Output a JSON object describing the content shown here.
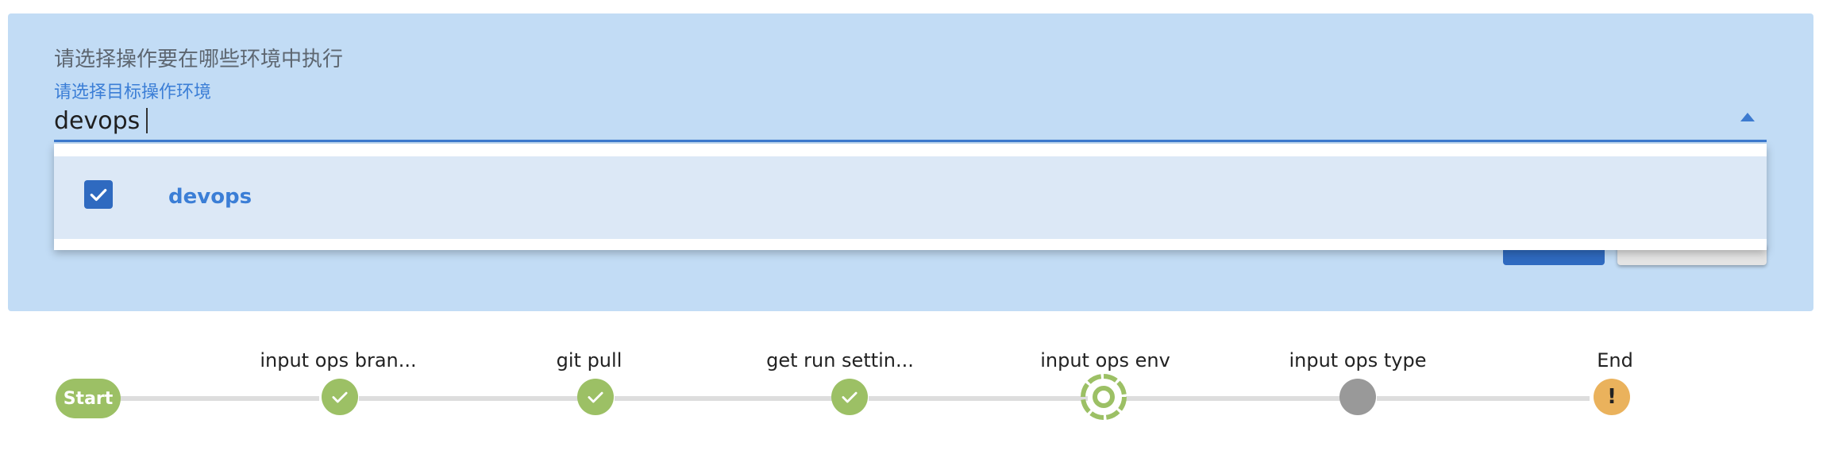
{
  "panel": {
    "prompt": "请选择操作要在哪些环境中执行",
    "field_label": "请选择目标操作环境",
    "input_value": "devops"
  },
  "dropdown": {
    "options": [
      {
        "label": "devops",
        "checked": true
      }
    ]
  },
  "stepper": {
    "start_label": "Start",
    "steps": [
      {
        "label": "input ops bran...",
        "status": "done",
        "icon": "check-icon"
      },
      {
        "label": "git pull",
        "status": "done",
        "icon": "check-icon"
      },
      {
        "label": "get run settin...",
        "status": "done",
        "icon": "check-icon"
      },
      {
        "label": "input ops env",
        "status": "current",
        "icon": "spinner-icon"
      },
      {
        "label": "input ops type",
        "status": "pending",
        "icon": ""
      },
      {
        "label": "End",
        "status": "warning",
        "icon": "exclamation-icon",
        "symbol": "!"
      }
    ]
  },
  "colors": {
    "panel_bg": "#c2dcf5",
    "accent": "#3d7bd0",
    "done": "#9cc065",
    "pending": "#999999",
    "warning": "#eab25c"
  }
}
